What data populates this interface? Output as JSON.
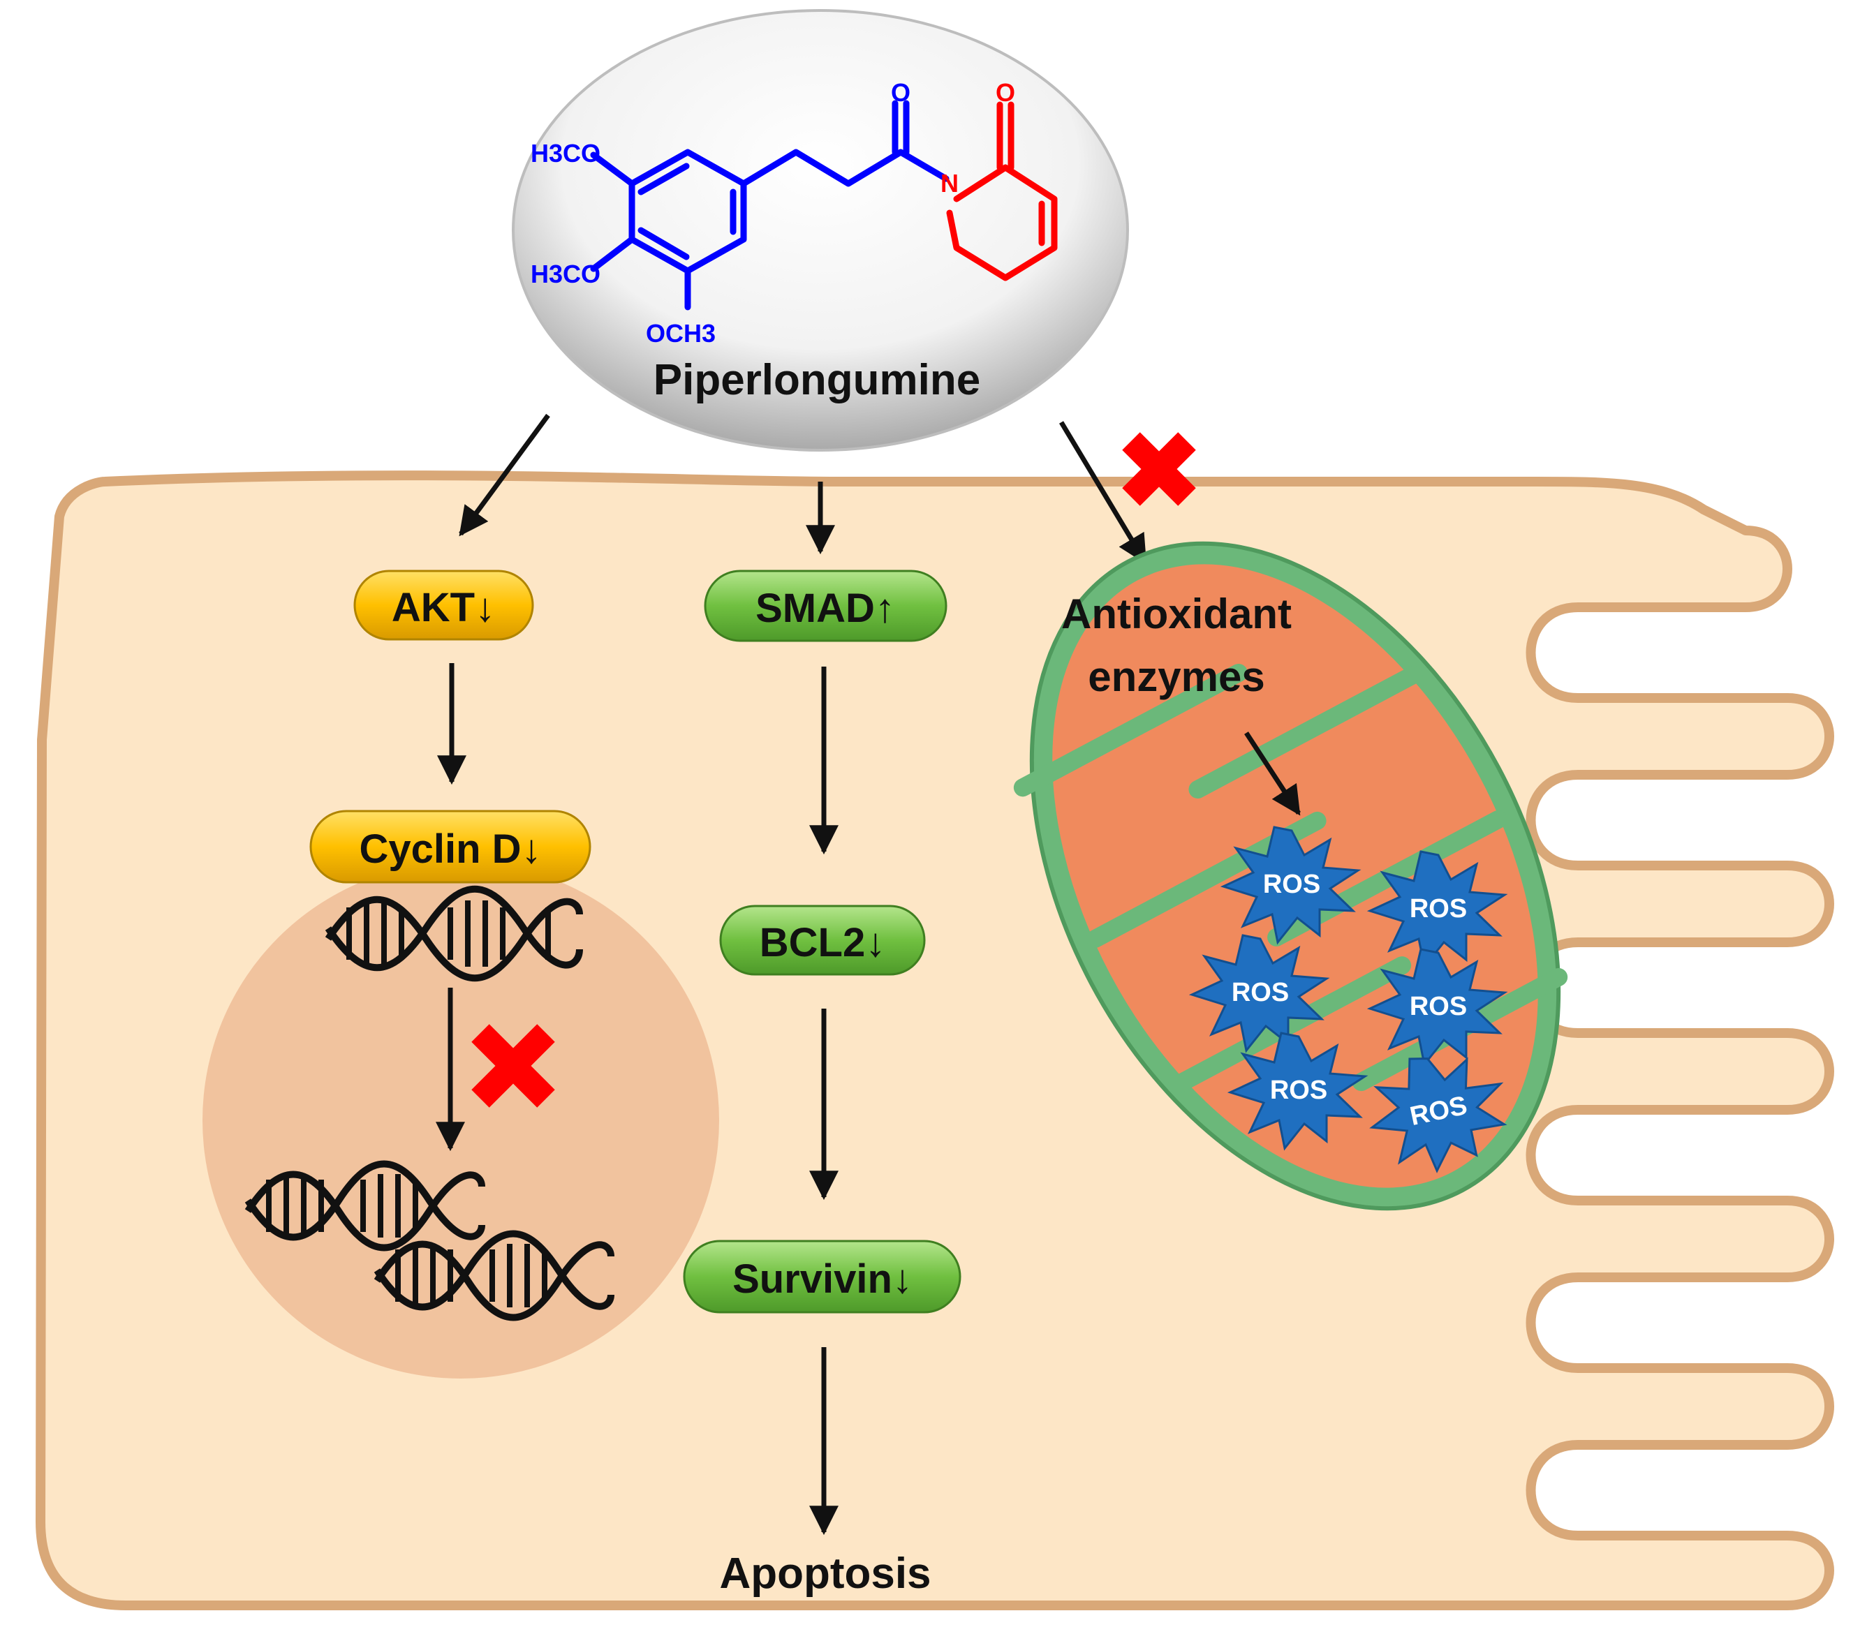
{
  "compound": {
    "name": "Piperlongumine",
    "groups": {
      "methoxy_top": "H3CO",
      "methoxy_middle": "H3CO",
      "methoxy_bottom": "OCH3",
      "carbonyl_o1": "O",
      "carbonyl_o2": "O",
      "nitrogen": "N"
    }
  },
  "pathway_left": {
    "node1": "AKT↓",
    "node2": "Cyclin D↓"
  },
  "pathway_middle": {
    "node1": "SMAD↑",
    "node2": "BCL2↓",
    "node3": "Survivin↓",
    "outcome": "Apoptosis"
  },
  "mitochondrion": {
    "label_line1": "Antioxidant",
    "label_line2": "enzymes",
    "ros": [
      "ROS",
      "ROS",
      "ROS",
      "ROS",
      "ROS",
      "ROS"
    ]
  },
  "colors": {
    "cell_fill": "#fde6c6",
    "cell_border": "#d9a878",
    "nucleus": "#f1c39e",
    "yellow_node": "#ffc000",
    "green_node": "#70c040",
    "mito_outer": "#6bb87a",
    "mito_inner": "#f08a5d",
    "ros_star": "#1f6fc0",
    "blue_structure": "#0000ff",
    "red_structure": "#ff0000",
    "inhibit_mark": "#ff0000"
  }
}
